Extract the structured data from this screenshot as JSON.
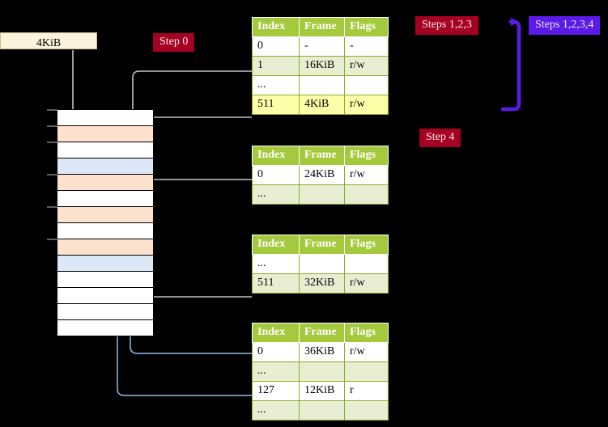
{
  "labels": {
    "step0": "Step 0",
    "step4": "Step 4",
    "steps123": "Steps 1,2,3",
    "steps1234": "Steps 1,2,3,4"
  },
  "memory_box": {
    "size_label": "4KiB"
  },
  "table_columns": [
    "Index",
    "Frame",
    "Flags"
  ],
  "tables": [
    {
      "name": "pml4-table",
      "rows": [
        {
          "cells": [
            "0",
            "-",
            "-"
          ],
          "tint": false,
          "highlight": false
        },
        {
          "cells": [
            "1",
            "16KiB",
            "r/w"
          ],
          "tint": true,
          "highlight": false
        },
        {
          "cells": [
            "...",
            "",
            ""
          ],
          "tint": false,
          "highlight": false
        },
        {
          "cells": [
            "511",
            "4KiB",
            "r/w"
          ],
          "tint": true,
          "highlight": true
        }
      ]
    },
    {
      "name": "pdpt-table",
      "rows": [
        {
          "cells": [
            "0",
            "24KiB",
            "r/w"
          ],
          "tint": false,
          "highlight": false
        },
        {
          "cells": [
            "...",
            "",
            ""
          ],
          "tint": true,
          "highlight": false
        }
      ]
    },
    {
      "name": "pd-table",
      "rows": [
        {
          "cells": [
            "...",
            "",
            ""
          ],
          "tint": false,
          "highlight": false
        },
        {
          "cells": [
            "511",
            "32KiB",
            "r/w"
          ],
          "tint": true,
          "highlight": false
        }
      ]
    },
    {
      "name": "pt-table",
      "rows": [
        {
          "cells": [
            "0",
            "36KiB",
            "r/w"
          ],
          "tint": false,
          "highlight": false
        },
        {
          "cells": [
            "...",
            "",
            ""
          ],
          "tint": true,
          "highlight": false
        },
        {
          "cells": [
            "127",
            "12KiB",
            "r"
          ],
          "tint": false,
          "highlight": false
        },
        {
          "cells": [
            "...",
            "",
            ""
          ],
          "tint": true,
          "highlight": false
        }
      ]
    }
  ],
  "memory_column": {
    "rows": [
      {
        "fill": "white"
      },
      {
        "fill": "orange"
      },
      {
        "fill": "white"
      },
      {
        "fill": "blue"
      },
      {
        "fill": "orange"
      },
      {
        "fill": "white"
      },
      {
        "fill": "orange"
      },
      {
        "fill": "white"
      },
      {
        "fill": "orange"
      },
      {
        "fill": "blue"
      },
      {
        "fill": "white"
      },
      {
        "fill": "white"
      },
      {
        "fill": "white"
      },
      {
        "fill": "white"
      }
    ]
  },
  "colors": {
    "background": "#000000",
    "table_header": "#a5c93c",
    "table_tint": "#e9eed2",
    "highlight": "#ffffaa",
    "badge_red": "#a50021",
    "badge_blue": "#5b1ae8",
    "mem_orange": "#fde3cd",
    "mem_blue": "#dde8f7",
    "connector_gray": "#b8b8b8",
    "connector_blue": "#7d9dc4",
    "box_cream": "#fdf3dc"
  }
}
